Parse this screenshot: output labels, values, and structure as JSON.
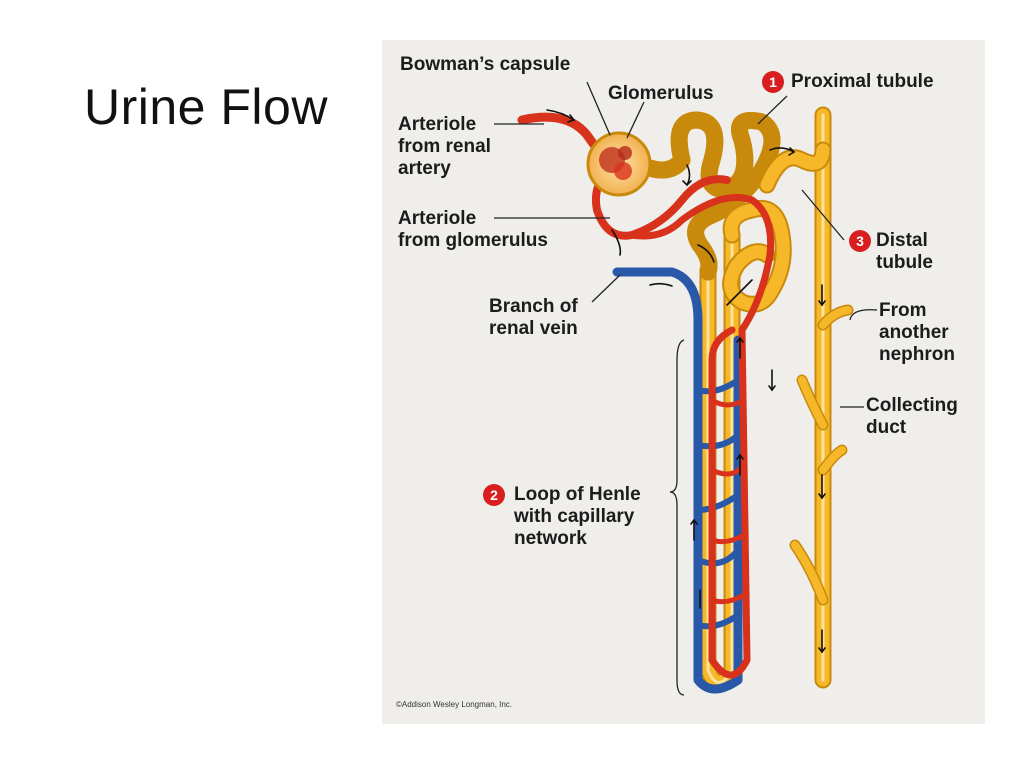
{
  "slide": {
    "title": "Urine Flow"
  },
  "diagram": {
    "labels": {
      "bowmans_capsule": "Bowman’s capsule",
      "glomerulus": "Glomerulus",
      "proximal_tubule": "Proximal tubule",
      "arteriole_renal_artery": "Arteriole\nfrom renal\nartery",
      "arteriole_glomerulus": "Arteriole\nfrom glomerulus",
      "distal_tubule": "Distal\ntubule",
      "branch_renal_vein": "Branch of\nrenal vein",
      "another_nephron": "From\nanother\nnephron",
      "collecting_duct": "Collecting\nduct",
      "loop_of_henle": "Loop of Henle\nwith capillary\nnetwork"
    },
    "badges": {
      "proximal": "1",
      "loop": "2",
      "distal": "3"
    },
    "credit": "©Addison Wesley Longman, Inc."
  },
  "colors": {
    "tubule": "#f6b829",
    "tubule_edge": "#c98a0c",
    "artery": "#d8321c",
    "vein": "#2a58a8",
    "badge": "#d81e1e",
    "panel": "#efeeeb"
  }
}
